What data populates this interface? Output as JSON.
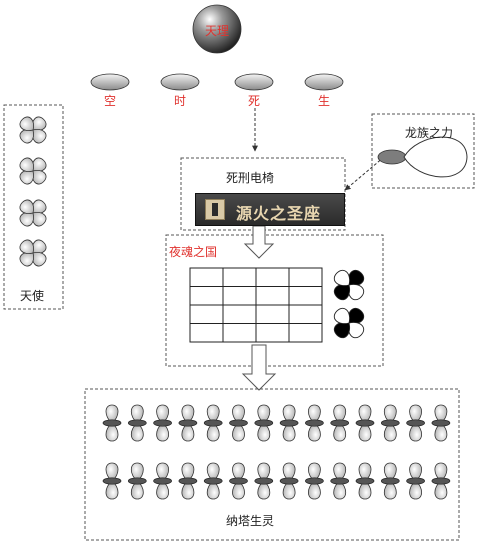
{
  "root": {
    "label": "天理"
  },
  "elements": [
    "空",
    "时",
    "死",
    "生"
  ],
  "angels_group": {
    "label": "天使"
  },
  "dragon_group": {
    "label": "龙族之力"
  },
  "chair_group": {
    "label": "死刑电椅",
    "plate_text": "源火之圣座"
  },
  "soul_group": {
    "label": "夜魂之国"
  },
  "nata_group": {
    "label": "纳塔生灵"
  },
  "colors": {
    "label_red": "#e0322e",
    "lobe_dark": "#000000",
    "lobe_light": "#d9d9d9",
    "sphere_dark": "#2a2a2a"
  },
  "icons": {
    "plate": "throne-icon"
  }
}
